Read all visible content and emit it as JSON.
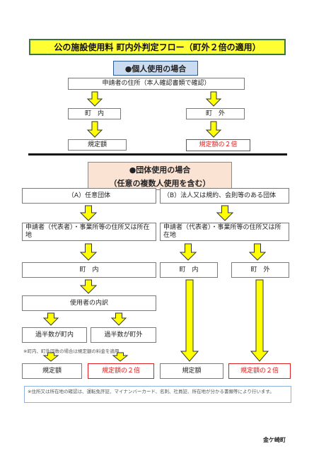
{
  "title": "公の施設使用料 町内外判定フロー（町外２倍の適用）",
  "individual": {
    "header": "●個人使用の場合",
    "applicant": "申請者の住所（本人確認書類で確認）",
    "in_town": "町　内",
    "out_town": "町　外",
    "fee_base": "規定額",
    "fee_double": "規定額の２倍"
  },
  "group": {
    "header": "●団体使用の場合",
    "subheader": "（任意の複数人使用を含む）",
    "voluntary": "（A）任意団体",
    "corporate": "（B）法人又は規約、会則等のある団体",
    "rep_address_a": "申請者（代表者）・事業所等の住所又は所在地",
    "rep_address_b": "申請者（代表者）・事業所等の住所又は所在地",
    "in_town_a": "町　内",
    "in_town_b": "町　内",
    "out_town_b": "町　外",
    "users_breakdown": "使用者の内訳",
    "majority_in": "過半数が町内",
    "majority_out": "過半数が町外",
    "note_equal": "※町内、町外同数の場合は規定額の料金を適用",
    "fee_base_1": "規定額",
    "fee_double_1": "規定額の２倍",
    "fee_base_2": "規定額",
    "fee_double_2": "規定額の２倍"
  },
  "footnote": "※住所又は所在地の確認は、運転免許証、マイナンバーカード、名刺、社員証、所在地が分かる書類等により行います。",
  "footer": "金ケ崎町",
  "colors": {
    "title_bg": "#ffff33",
    "arrow_fill": "#ffff00",
    "header1_bg": "#ccdcf0",
    "header2_bg": "#fbe3d4",
    "red": "#e02020"
  }
}
